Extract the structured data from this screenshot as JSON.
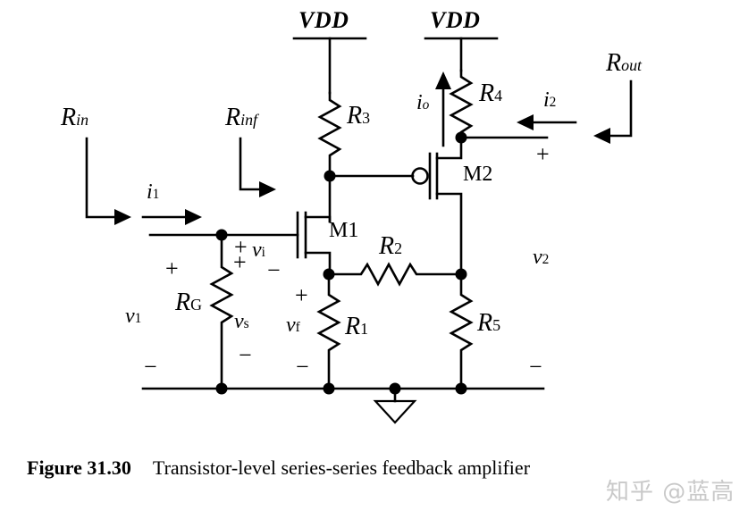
{
  "figure": {
    "caption_number": "Figure 31.30",
    "caption_text": "Transistor-level series-series feedback amplifier",
    "watermark": "知乎 @蓝高",
    "line_color": "#000000",
    "background": "#ffffff"
  },
  "supplies": [
    {
      "name": "vdd-left",
      "label": "VDD"
    },
    {
      "name": "vdd-right",
      "label": "VDD"
    }
  ],
  "resistors": [
    {
      "id": "R3",
      "label": "R",
      "sub": "3",
      "orientation": "vertical"
    },
    {
      "id": "R4",
      "label": "R",
      "sub": "4",
      "orientation": "vertical"
    },
    {
      "id": "RG",
      "label": "R",
      "sub": "G",
      "orientation": "vertical"
    },
    {
      "id": "R1",
      "label": "R",
      "sub": "1",
      "orientation": "vertical"
    },
    {
      "id": "R5",
      "label": "R",
      "sub": "5",
      "orientation": "vertical"
    },
    {
      "id": "R2",
      "label": "R",
      "sub": "2",
      "orientation": "horizontal"
    }
  ],
  "transistors": [
    {
      "id": "M1",
      "label": "M1",
      "type": "nmos"
    },
    {
      "id": "M2",
      "label": "M2",
      "type": "pmos"
    }
  ],
  "ports": {
    "r_in": {
      "label": "R",
      "sub": "in"
    },
    "r_inf": {
      "label": "R",
      "sub": "inf"
    },
    "r_out": {
      "label": "R",
      "sub": "out"
    }
  },
  "currents": [
    {
      "id": "i1",
      "label": "i",
      "sub": "1",
      "direction": "right"
    },
    {
      "id": "i2",
      "label": "i",
      "sub": "2",
      "direction": "left"
    },
    {
      "id": "io",
      "label": "i",
      "sub": "o",
      "direction": "up"
    }
  ],
  "voltages": [
    {
      "id": "v1",
      "label": "v",
      "sub": "1",
      "plus": "+",
      "minus": "−"
    },
    {
      "id": "vs",
      "label": "v",
      "sub": "s",
      "minus": "−"
    },
    {
      "id": "vi",
      "label": "v",
      "sub": "i",
      "plus": "+",
      "plus2": "+",
      "minus": "−"
    },
    {
      "id": "vf",
      "label": "v",
      "sub": "f",
      "plus": "+",
      "minus": "−"
    },
    {
      "id": "v2",
      "label": "v",
      "sub": "2",
      "plus": "+",
      "minus": "−"
    }
  ],
  "ground": {
    "name": "ground-symbol"
  }
}
